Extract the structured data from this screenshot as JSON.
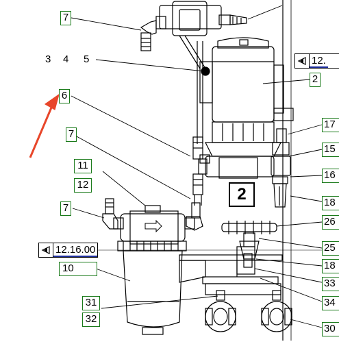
{
  "labels": {
    "l7a": "7",
    "l3": "3",
    "l4": "4",
    "l5": "5",
    "l2": "2",
    "l6": "6",
    "l7b": "7",
    "l11": "11",
    "l12": "12",
    "l7c": "7",
    "l10": "10",
    "l31": "31",
    "l32": "32",
    "l17": "17",
    "l15": "15",
    "l16": "16",
    "l18a": "18",
    "l26": "26",
    "l25": "25",
    "l18b": "18",
    "l33": "33",
    "l34": "34",
    "l30": "30"
  },
  "refs": {
    "ref_right": "12.",
    "ref_left": "12.16.00"
  },
  "badge": "2",
  "colors": {
    "label_border": "#1a7a1a",
    "ref_underline": "#1a2a9a",
    "highlight_arrow": "#e8462a",
    "line": "#000000"
  }
}
